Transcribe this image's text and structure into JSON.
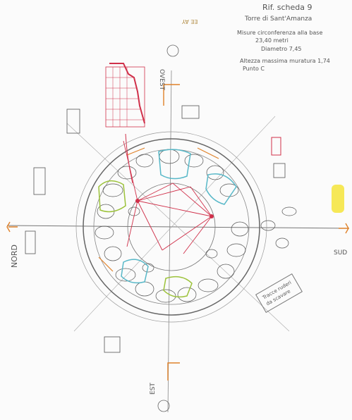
{
  "header": {
    "ref": "Rif. scheda 9",
    "title": "Torre di Sant'Amanza",
    "circumference": "Misure circonferenza alla base",
    "circumference_value": "23,40 metri",
    "diameter": "Diametro 7,45",
    "max_height": "Altezza massima muratura 1,74",
    "point": "Punto C"
  },
  "directions": {
    "west": "OVEST",
    "east": "EST",
    "south": "SUD",
    "north": "NORD"
  },
  "top_code": "EE AY",
  "note": {
    "line1": "Tracce ruderi",
    "line2": "da scavare"
  },
  "colors": {
    "ink": "#444444",
    "red": "#d0304a",
    "orange": "#e0822a",
    "green": "#9cc23a",
    "cyan": "#58b8c8",
    "yellow": "#f5e43a"
  }
}
